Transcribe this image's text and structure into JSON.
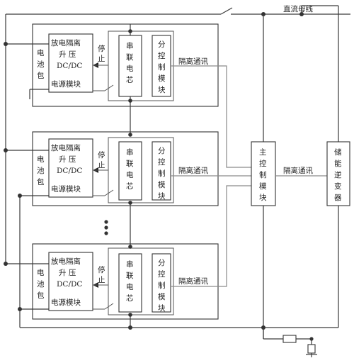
{
  "bus_label": "直流母线",
  "modules": [
    {
      "pack_label": [
        "电",
        "池",
        "包"
      ],
      "dcdc_label": [
        "放电隔离",
        "升 压",
        "DC/DC",
        "电源模块"
      ],
      "stop_label": [
        "停",
        "止"
      ],
      "cell_label": [
        "串",
        "联",
        "电",
        "芯"
      ],
      "sub_ctrl_label": [
        "分",
        "控",
        "制",
        "模",
        "块"
      ],
      "comm_label": "隔离通讯"
    },
    {
      "pack_label": [
        "电",
        "池",
        "包"
      ],
      "dcdc_label": [
        "放电隔离",
        "升 压",
        "DC/DC",
        "电源模块"
      ],
      "stop_label": [
        "停",
        "止"
      ],
      "cell_label": [
        "串",
        "联",
        "电",
        "芯"
      ],
      "sub_ctrl_label": [
        "分",
        "控",
        "制",
        "模",
        "块"
      ],
      "comm_label": "隔离通讯"
    },
    {
      "pack_label": [
        "电",
        "池",
        "包"
      ],
      "dcdc_label": [
        "放电隔离",
        "升 压",
        "DC/DC",
        "电源模块"
      ],
      "stop_label": [
        "停",
        "止"
      ],
      "cell_label": [
        "串",
        "联",
        "电",
        "芯"
      ],
      "sub_ctrl_label": [
        "分",
        "控",
        "制",
        "模",
        "块"
      ],
      "comm_label": "隔离通讯"
    }
  ],
  "main_ctrl_label": [
    "主",
    "控",
    "制",
    "模",
    "块"
  ],
  "main_comm_label": "隔离通讯",
  "pcs_label": [
    "储",
    "能",
    "逆",
    "变",
    "器"
  ]
}
